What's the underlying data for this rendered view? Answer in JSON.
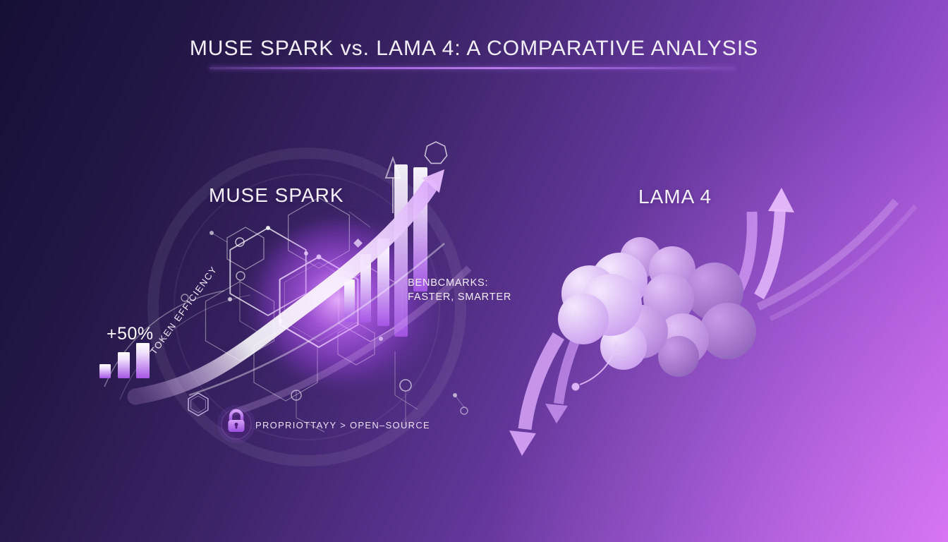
{
  "header": {
    "title": "MUSE SPARK vs. LAMA 4: A COMPARATIVE ANALYSIS"
  },
  "left_panel": {
    "heading": "MUSE SPARK",
    "efficiency_stat": "+50%",
    "efficiency_label": "TOKEN EFFICIENCY",
    "benchmarks_line1": "BENBCMARKS:",
    "benchmarks_line2": "FASTER, SMARTER",
    "license_note": "PROPRIOTTAYY > OPEN–SOURCE",
    "decor": {
      "growth_bars_relative": [
        0.25,
        0.4,
        0.5,
        1.0,
        0.75
      ],
      "mini_bars_relative": [
        0.4,
        0.72,
        1.0
      ],
      "icons": [
        "hexagon-network",
        "growth-arrow",
        "bar-chart",
        "lock",
        "heptagon-outline",
        "line-arrow-outline"
      ]
    }
  },
  "right_panel": {
    "heading": "LAMA 4",
    "decor": {
      "icons": [
        "cloud-shape",
        "up-arrows",
        "down-arrows",
        "node-dot-line"
      ]
    }
  },
  "colors": {
    "background_dark": "#160f35",
    "background_bright": "#c765ec",
    "underline_accent": "#a66ae0",
    "bar_purple": "#a656e6",
    "lock_purple": "#b26ae8",
    "cloud_light": "#f0e2fc",
    "cloud_dark": "#9265bd",
    "text": "#f3eff9"
  }
}
